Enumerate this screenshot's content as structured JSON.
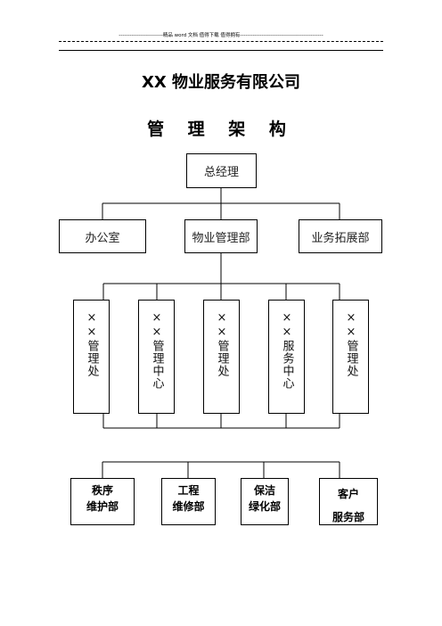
{
  "header": {
    "banner": "-------------------------精品 word 文档  值得下载  值得拥有-----------------------------------------------"
  },
  "document": {
    "company_title": "XX 物业服务有限公司",
    "structure_title": "管 理 架 构"
  },
  "org": {
    "top": "总经理",
    "departments": [
      "办公室",
      "物业管理部",
      "业务拓展部"
    ],
    "units": [
      "××管理处",
      "××管理中心",
      "××管理处",
      "××服务中心",
      "××管理处"
    ],
    "teams": [
      "秩序\n维护部",
      "工程\n维修部",
      "保洁\n绿化部",
      "客户\n服务部"
    ]
  }
}
